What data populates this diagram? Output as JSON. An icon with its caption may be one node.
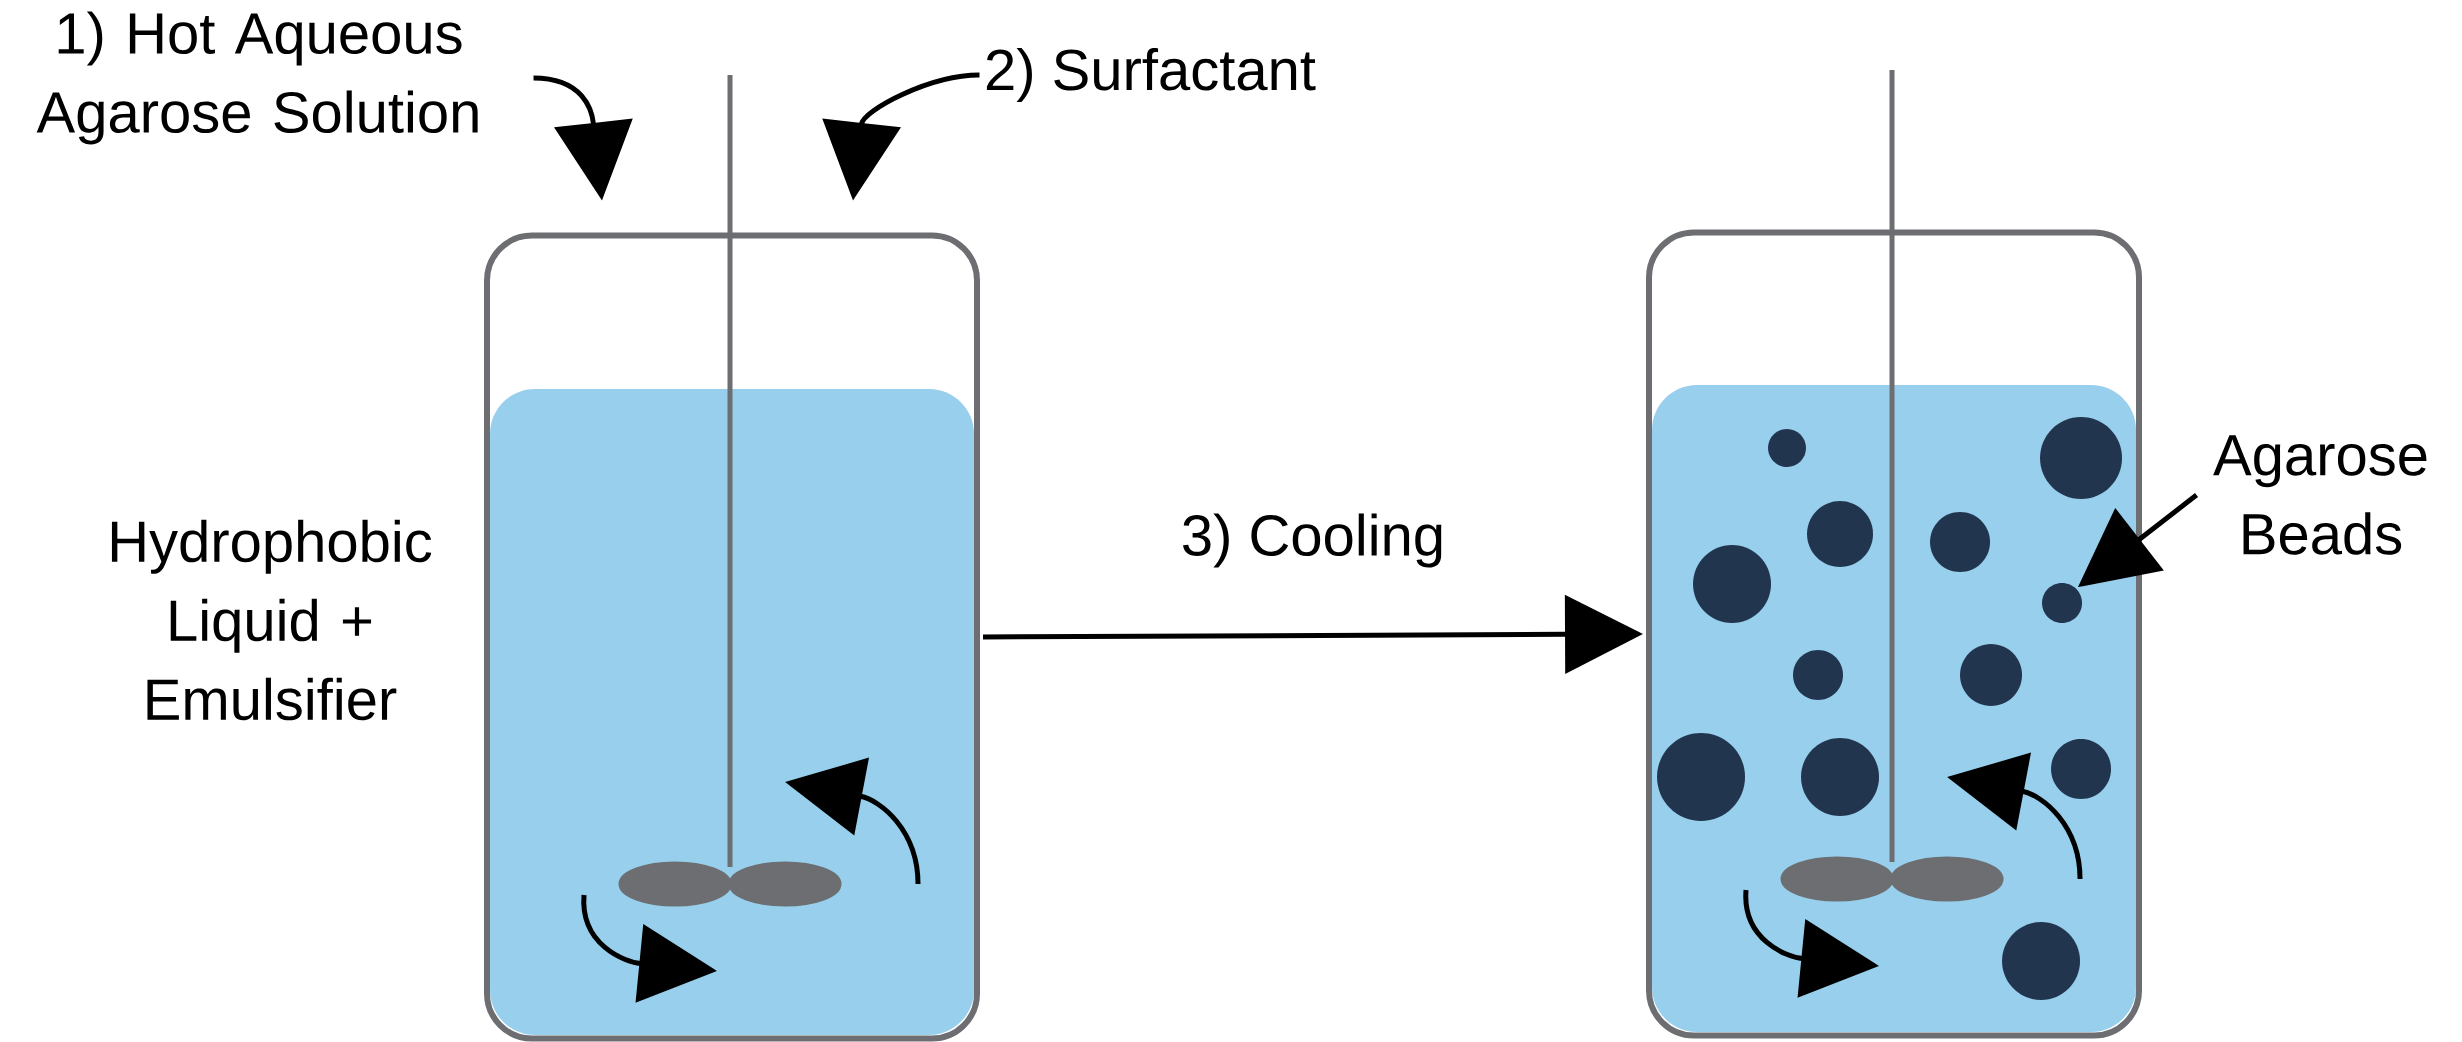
{
  "diagram": {
    "nodes": [
      {
        "text": [
          "1) Hot Aqueous Agarose Solution"
        ]
      },
      {
        "text": [
          "2) Surfactant"
        ]
      },
      {
        "text": [],
        "shape": "box",
        "beside": [
          "Hydrophobic Liquid + Emulsifier"
        ]
      },
      {
        "text": [],
        "shape": "box"
      },
      {
        "text": [
          "Agarose Beads"
        ]
      },
      {
        "text": [],
        "shape": "circle",
        "in": 3
      }
    ],
    "edges": [
      {
        "from": 0,
        "to": 2,
        "arrow": "to"
      },
      {
        "from": 1,
        "to": 2,
        "arrow": "to"
      },
      {
        "from": 2,
        "to": 3,
        "arrow": "to",
        "label": "3) Cooling"
      },
      {
        "from": 4,
        "to": 5,
        "arrow": "to"
      }
    ]
  }
}
